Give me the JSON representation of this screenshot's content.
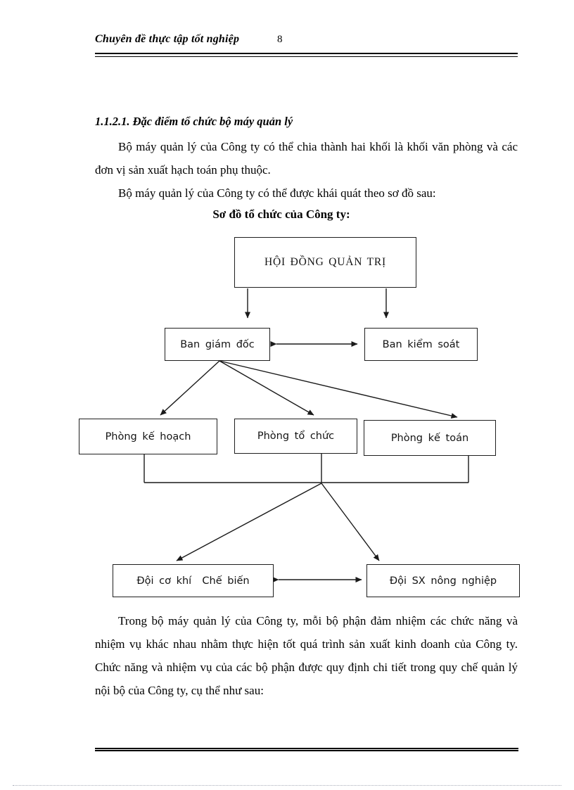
{
  "header": {
    "title": "Chuyên  đề thực tập tốt nghiệp",
    "page_number": "8"
  },
  "body": {
    "section_heading": "1.1.2.1. Đặc điểm tổ chức bộ máy quản lý",
    "paragraph_1": "Bộ máy quản lý của Công ty có thể chia thành hai khối là khối văn phòng và các đơn vị sản xuất hạch toán phụ thuộc.",
    "paragraph_2": "Bộ máy quản lý của Công ty có thể được khái quát theo sơ đồ sau:",
    "closing_paragraph": "Trong bộ máy quản lý của Công ty, mỗi bộ phận đảm nhiệm các chức năng và nhiệm vụ khác nhau nhằm thực hiện tốt quá trình sản xuất kinh doanh của Công ty. Chức năng và nhiệm vụ của các bộ phận được quy định chi tiết trong quy chế quản lý nội bộ của Công ty, cụ thể như sau:"
  },
  "diagram": {
    "title": "Sơ đồ tổ chức của Công ty:",
    "nodes": {
      "board": "HỘI ĐỒNG QUẢN TRỊ",
      "management": "Ban giám đốc",
      "supervisory": "Ban kiểm soát",
      "planning": "Phòng kế hoạch",
      "organization": "Phòng tổ chức",
      "accounting": "Phòng kế toán",
      "mechanical": "Đội cơ khí  Chế biến",
      "agriculture": "Đội SX nông nghiệp"
    },
    "edges": [
      {
        "from": "board",
        "to": "management",
        "type": "arrow"
      },
      {
        "from": "board",
        "to": "supervisory",
        "type": "arrow"
      },
      {
        "from": "management",
        "to": "supervisory",
        "type": "double-arrow"
      },
      {
        "from": "management",
        "to": "planning",
        "type": "arrow"
      },
      {
        "from": "management",
        "to": "organization",
        "type": "arrow"
      },
      {
        "from": "management",
        "to": "accounting",
        "type": "arrow"
      },
      {
        "from": "planning+organization+accounting",
        "to": "mechanical",
        "type": "arrow"
      },
      {
        "from": "planning+organization+accounting",
        "to": "agriculture",
        "type": "arrow"
      },
      {
        "from": "mechanical",
        "to": "agriculture",
        "type": "double-arrow"
      }
    ]
  },
  "colors": {
    "text": "#000000",
    "line": "#1a1a1a",
    "background": "#ffffff",
    "dotted_rule": "#a8adb8"
  }
}
